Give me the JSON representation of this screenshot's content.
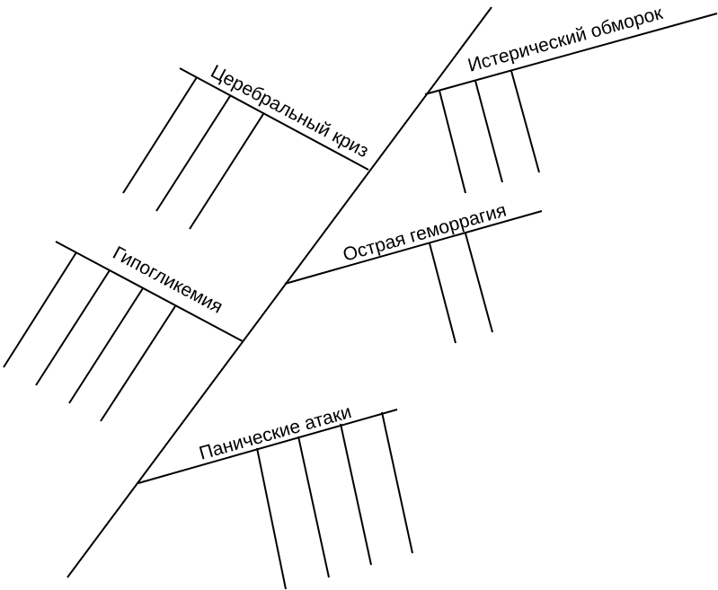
{
  "diagram": {
    "labels": {
      "cerebral": "Церебральный криз",
      "hysterical": "Истерический обморок",
      "hemorrhage": "Острая геморрагия",
      "hypoglycemia": "Гипогликемия",
      "panic": "Панические атаки"
    },
    "colors": {
      "stroke": "#000000",
      "background": "#ffffff"
    }
  }
}
